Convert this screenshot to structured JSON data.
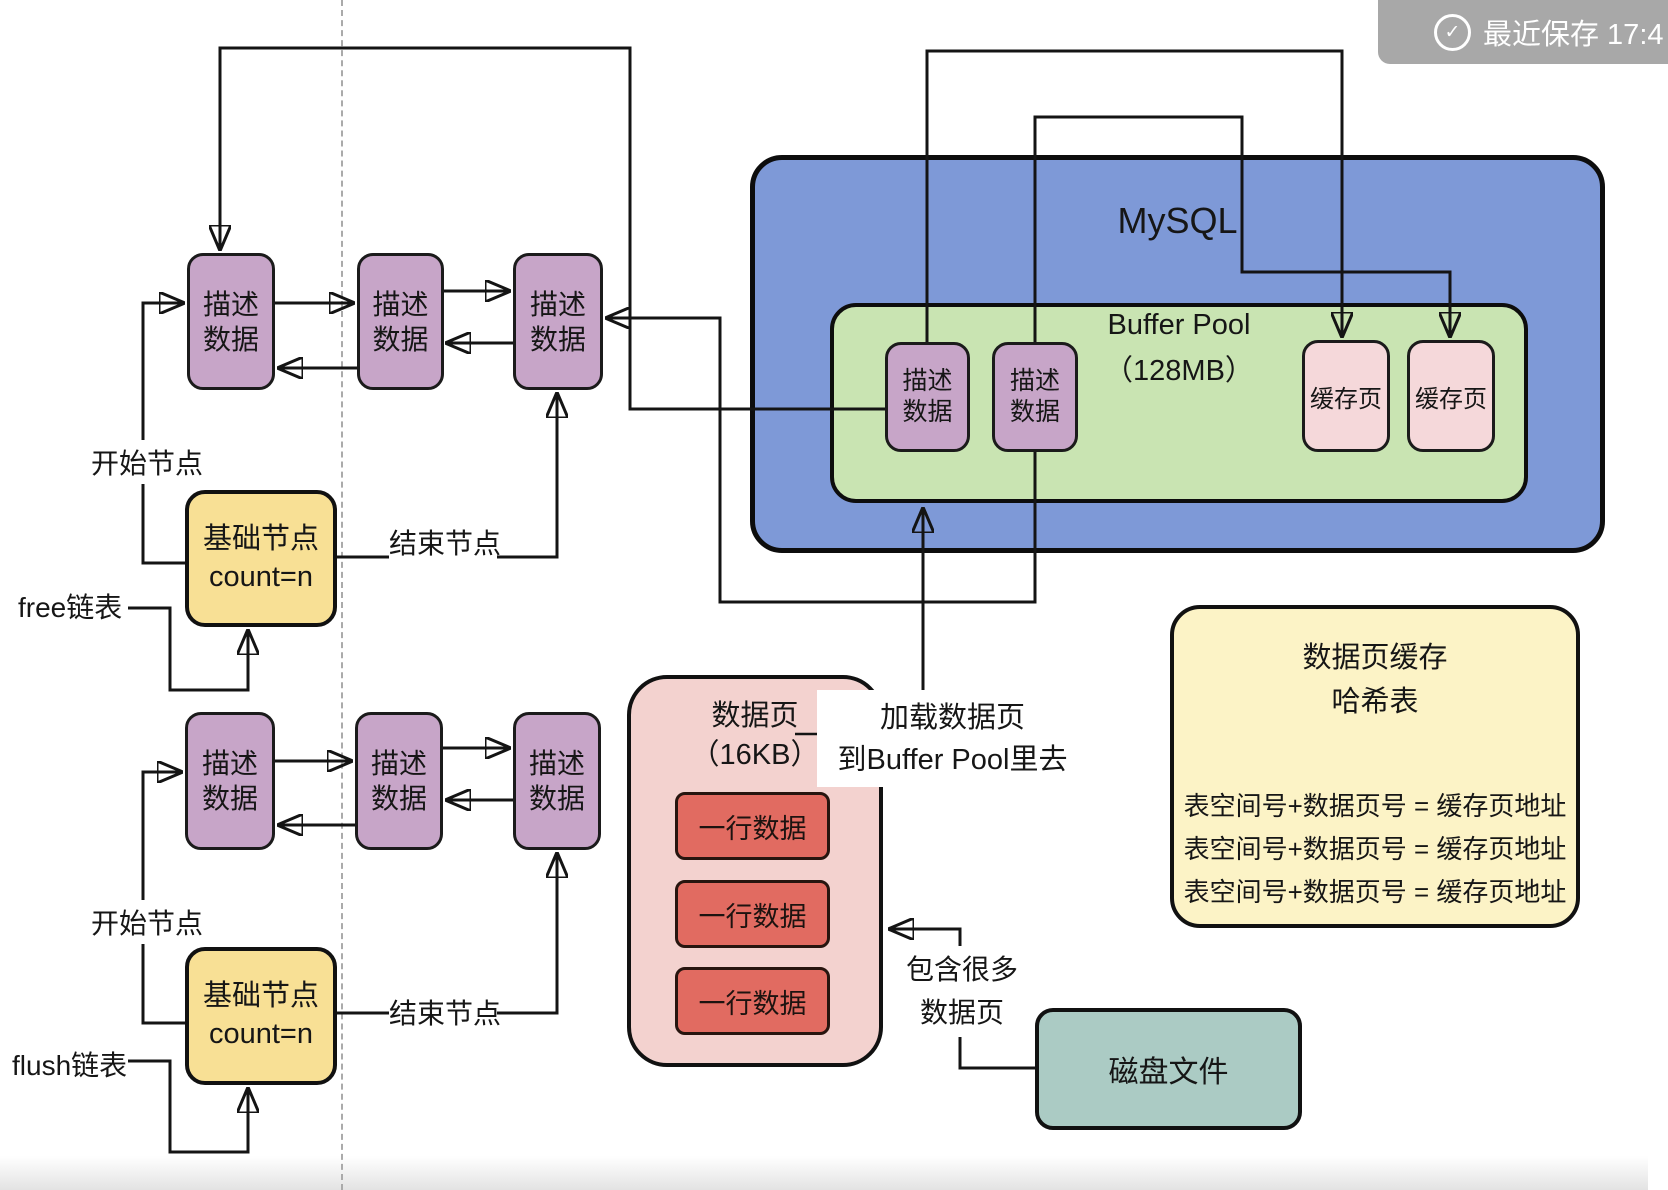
{
  "badge": {
    "label": "最近保存 17:4",
    "icon": "check-circle-icon"
  },
  "mysql_box": {
    "title": "MySQL",
    "buffer_pool": {
      "title": "Buffer Pool",
      "subtitle": "（128MB）",
      "describe_nodes": [
        "描述\n数据",
        "描述\n数据"
      ],
      "cache_pages": [
        "缓存页",
        "缓存页"
      ]
    }
  },
  "free_list": {
    "name_label": "free链表",
    "start_label": "开始节点",
    "end_label": "结束节点",
    "base_node": "基础节点\ncount=n",
    "nodes": [
      "描述\n数据",
      "描述\n数据",
      "描述\n数据"
    ]
  },
  "flush_list": {
    "name_label": "flush链表",
    "start_label": "开始节点",
    "end_label": "结束节点",
    "base_node": "基础节点\ncount=n",
    "nodes": [
      "描述\n数据",
      "描述\n数据",
      "描述\n数据"
    ]
  },
  "data_page": {
    "title": "数据页",
    "subtitle": "（16KB）",
    "rows": [
      "一行数据",
      "一行数据",
      "一行数据"
    ]
  },
  "load_annotation": {
    "line1": "加载数据页",
    "line2": "到Buffer Pool里去"
  },
  "contains_label": {
    "text": "包含很多\n数据页"
  },
  "disk_file": {
    "label": "磁盘文件"
  },
  "hash_table": {
    "title_line1": "数据页缓存",
    "title_line2": "哈希表",
    "rows": [
      "表空间号+数据页号 = 缓存页地址",
      "表空间号+数据页号 = 缓存页地址",
      "表空间号+数据页号 = 缓存页地址"
    ]
  },
  "colors": {
    "mysql_blue": "#7e99d7",
    "buffer_pool_green": "#c9e4b2",
    "describe_purple": "#c7a5c8",
    "cache_pink": "#f5d8da",
    "base_node_yellow": "#f8e095",
    "hash_yellow": "#fcf3c6",
    "data_page_pink": "#f3d2cf",
    "row_red": "#e16b61",
    "disk_teal": "#abcbc4",
    "badge_gray": "#a8a8a8",
    "line_black": "#141414"
  }
}
